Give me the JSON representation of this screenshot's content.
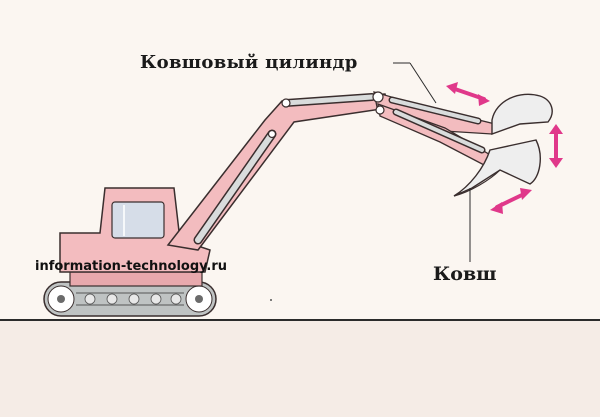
{
  "labels": {
    "bucket_cylinder": "Ковшовый цилиндр",
    "bucket": "Ковш"
  },
  "watermark": "information-technology.ru",
  "colors": {
    "background": "#fbf6f1",
    "ground": "#f5ece6",
    "body": "#f3bcbf",
    "outline": "#3a2e2e",
    "metal": "#d9dcdc",
    "arrow": "#e0388a",
    "window": "#d6dde8"
  }
}
